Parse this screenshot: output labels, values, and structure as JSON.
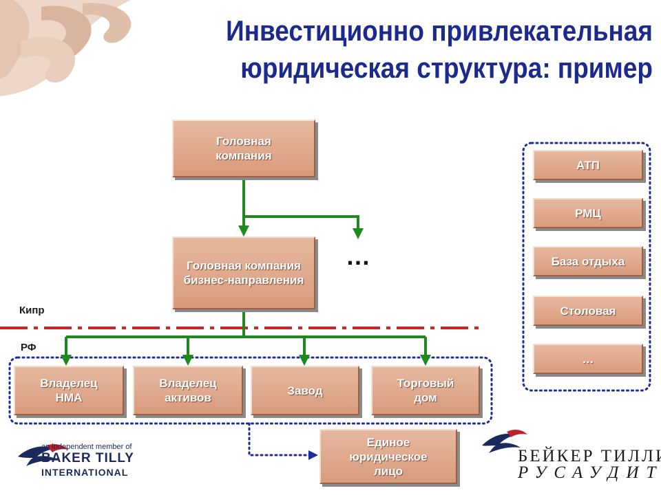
{
  "title": {
    "line1": "Инвестиционно привлекательная",
    "line2": "юридическая структура: пример"
  },
  "boxes": {
    "head_company": "Головная компания",
    "business_head": "Головная компания бизнес-направления",
    "ip_owner": "Владелец НМА",
    "asset_owner": "Владелец активов",
    "plant": "Завод",
    "trading_house": "Торговый дом",
    "single_entity": "Единое юридическое лицо",
    "atp": "АТП",
    "rmc": "РМЦ",
    "recreation_base": "База отдыха",
    "canteen": "Столовая",
    "more": "…"
  },
  "labels": {
    "cyprus": "Кипр",
    "rf": "РФ",
    "ellipsis": "…"
  },
  "logos": {
    "left_tagline": "an independent member of",
    "left_name": "BAKER TILLY",
    "left_sub": "INTERNATIONAL",
    "right_line1": "БЕЙКЕР ТИЛЛИ",
    "right_line2": "РУСАУДИТ"
  },
  "colors": {
    "title": "#1b2a8c",
    "box": "#dba386",
    "arrow": "#1e8a1e",
    "boundary": "#d81f1f",
    "dotted": "#1b2a9c"
  }
}
